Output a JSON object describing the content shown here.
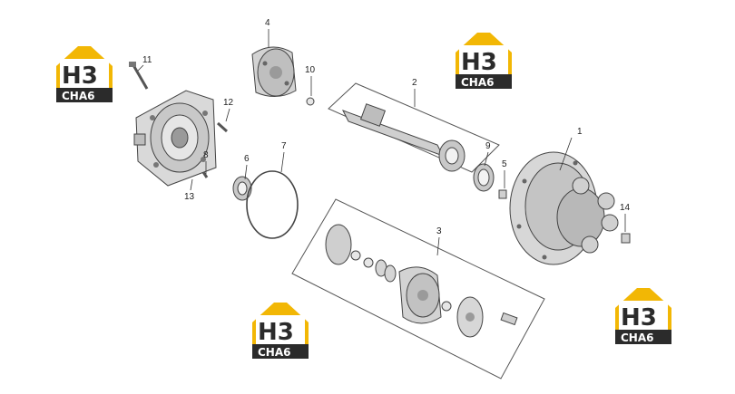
{
  "diagram": {
    "callouts": [
      "1",
      "2",
      "3",
      "4",
      "5",
      "6",
      "7",
      "8",
      "9",
      "10",
      "11",
      "12",
      "13",
      "14"
    ]
  },
  "watermark": {
    "mark": "H3",
    "word": "CHA6",
    "colors": {
      "yellow": "#F2B705",
      "dark": "#2B2B2B",
      "white": "#FFFFFF"
    }
  }
}
